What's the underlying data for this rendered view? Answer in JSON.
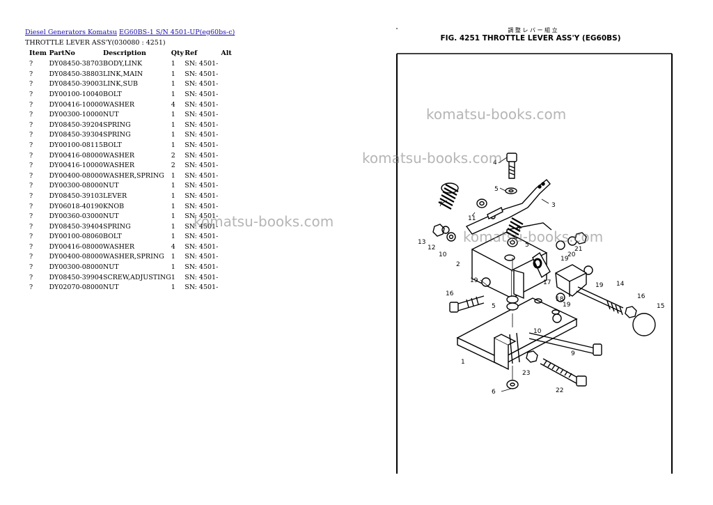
{
  "breadcrumb": {
    "link1": "Diesel Generators Komatsu",
    "link2": "EG60BS-1 S/N 4501-UP(eg60bs-c)"
  },
  "page_title": "THROTTLE LEVER ASS'Y(030080 : 4251)",
  "table": {
    "headers": [
      "Item",
      "PartNo",
      "Description",
      "Qty",
      "Ref",
      "Alt"
    ],
    "rows": [
      [
        "?",
        "DY08450-38703",
        "BODY,LINK",
        "1",
        "SN: 4501-",
        ""
      ],
      [
        "?",
        "DY08450-38803",
        "LINK,MAIN",
        "1",
        "SN: 4501-",
        ""
      ],
      [
        "?",
        "DY08450-39003",
        "LINK,SUB",
        "1",
        "SN: 4501-",
        ""
      ],
      [
        "?",
        "DY00100-10040",
        "BOLT",
        "1",
        "SN: 4501-",
        ""
      ],
      [
        "?",
        "DY00416-10000",
        "WASHER",
        "4",
        "SN: 4501-",
        ""
      ],
      [
        "?",
        "DY00300-10000",
        "NUT",
        "1",
        "SN: 4501-",
        ""
      ],
      [
        "?",
        "DY08450-39204",
        "SPRING",
        "1",
        "SN: 4501-",
        ""
      ],
      [
        "?",
        "DY08450-39304",
        "SPRING",
        "1",
        "SN: 4501-",
        ""
      ],
      [
        "?",
        "DY00100-08115",
        "BOLT",
        "1",
        "SN: 4501-",
        ""
      ],
      [
        "?",
        "DY00416-08000",
        "WASHER",
        "2",
        "SN: 4501-",
        ""
      ],
      [
        "?",
        "DY00416-10000",
        "WASHER",
        "2",
        "SN: 4501-",
        ""
      ],
      [
        "?",
        "DY00400-08000",
        "WASHER,SPRING",
        "1",
        "SN: 4501-",
        ""
      ],
      [
        "?",
        "DY00300-08000",
        "NUT",
        "1",
        "SN: 4501-",
        ""
      ],
      [
        "?",
        "DY08450-39103",
        "LEVER",
        "1",
        "SN: 4501-",
        ""
      ],
      [
        "?",
        "DY06018-40190",
        "KNOB",
        "1",
        "SN: 4501-",
        ""
      ],
      [
        "?",
        "DY00360-03000",
        "NUT",
        "1",
        "SN: 4501-",
        ""
      ],
      [
        "?",
        "DY08450-39404",
        "SPRING",
        "1",
        "SN: 4501-",
        ""
      ],
      [
        "?",
        "DY00100-08060",
        "BOLT",
        "1",
        "SN: 4501-",
        ""
      ],
      [
        "?",
        "DY00416-08000",
        "WASHER",
        "4",
        "SN: 4501-",
        ""
      ],
      [
        "?",
        "DY00400-08000",
        "WASHER,SPRING",
        "1",
        "SN: 4501-",
        ""
      ],
      [
        "?",
        "DY00300-08000",
        "NUT",
        "1",
        "SN: 4501-",
        ""
      ],
      [
        "?",
        "DY08450-39904",
        "SCREW,ADJUSTING",
        "1",
        "SN: 4501-",
        ""
      ],
      [
        "?",
        "DY02070-08000",
        "NUT",
        "1",
        "SN: 4501-",
        ""
      ]
    ]
  },
  "diagram": {
    "japanese_title": "調 整 レ バ ー 組 立",
    "figure_title": "FIG. 4251  THROTTLE LEVER ASS'Y (EG60BS)",
    "callouts": [
      "1",
      "2",
      "3",
      "4",
      "5",
      "5",
      "5",
      "6",
      "7",
      "8",
      "9",
      "10",
      "10",
      "11",
      "12",
      "13",
      "14",
      "15",
      "16",
      "16",
      "17",
      "18",
      "19",
      "19",
      "19",
      "19",
      "20",
      "21",
      "22",
      "23"
    ]
  },
  "watermark": "komatsu-books.com"
}
